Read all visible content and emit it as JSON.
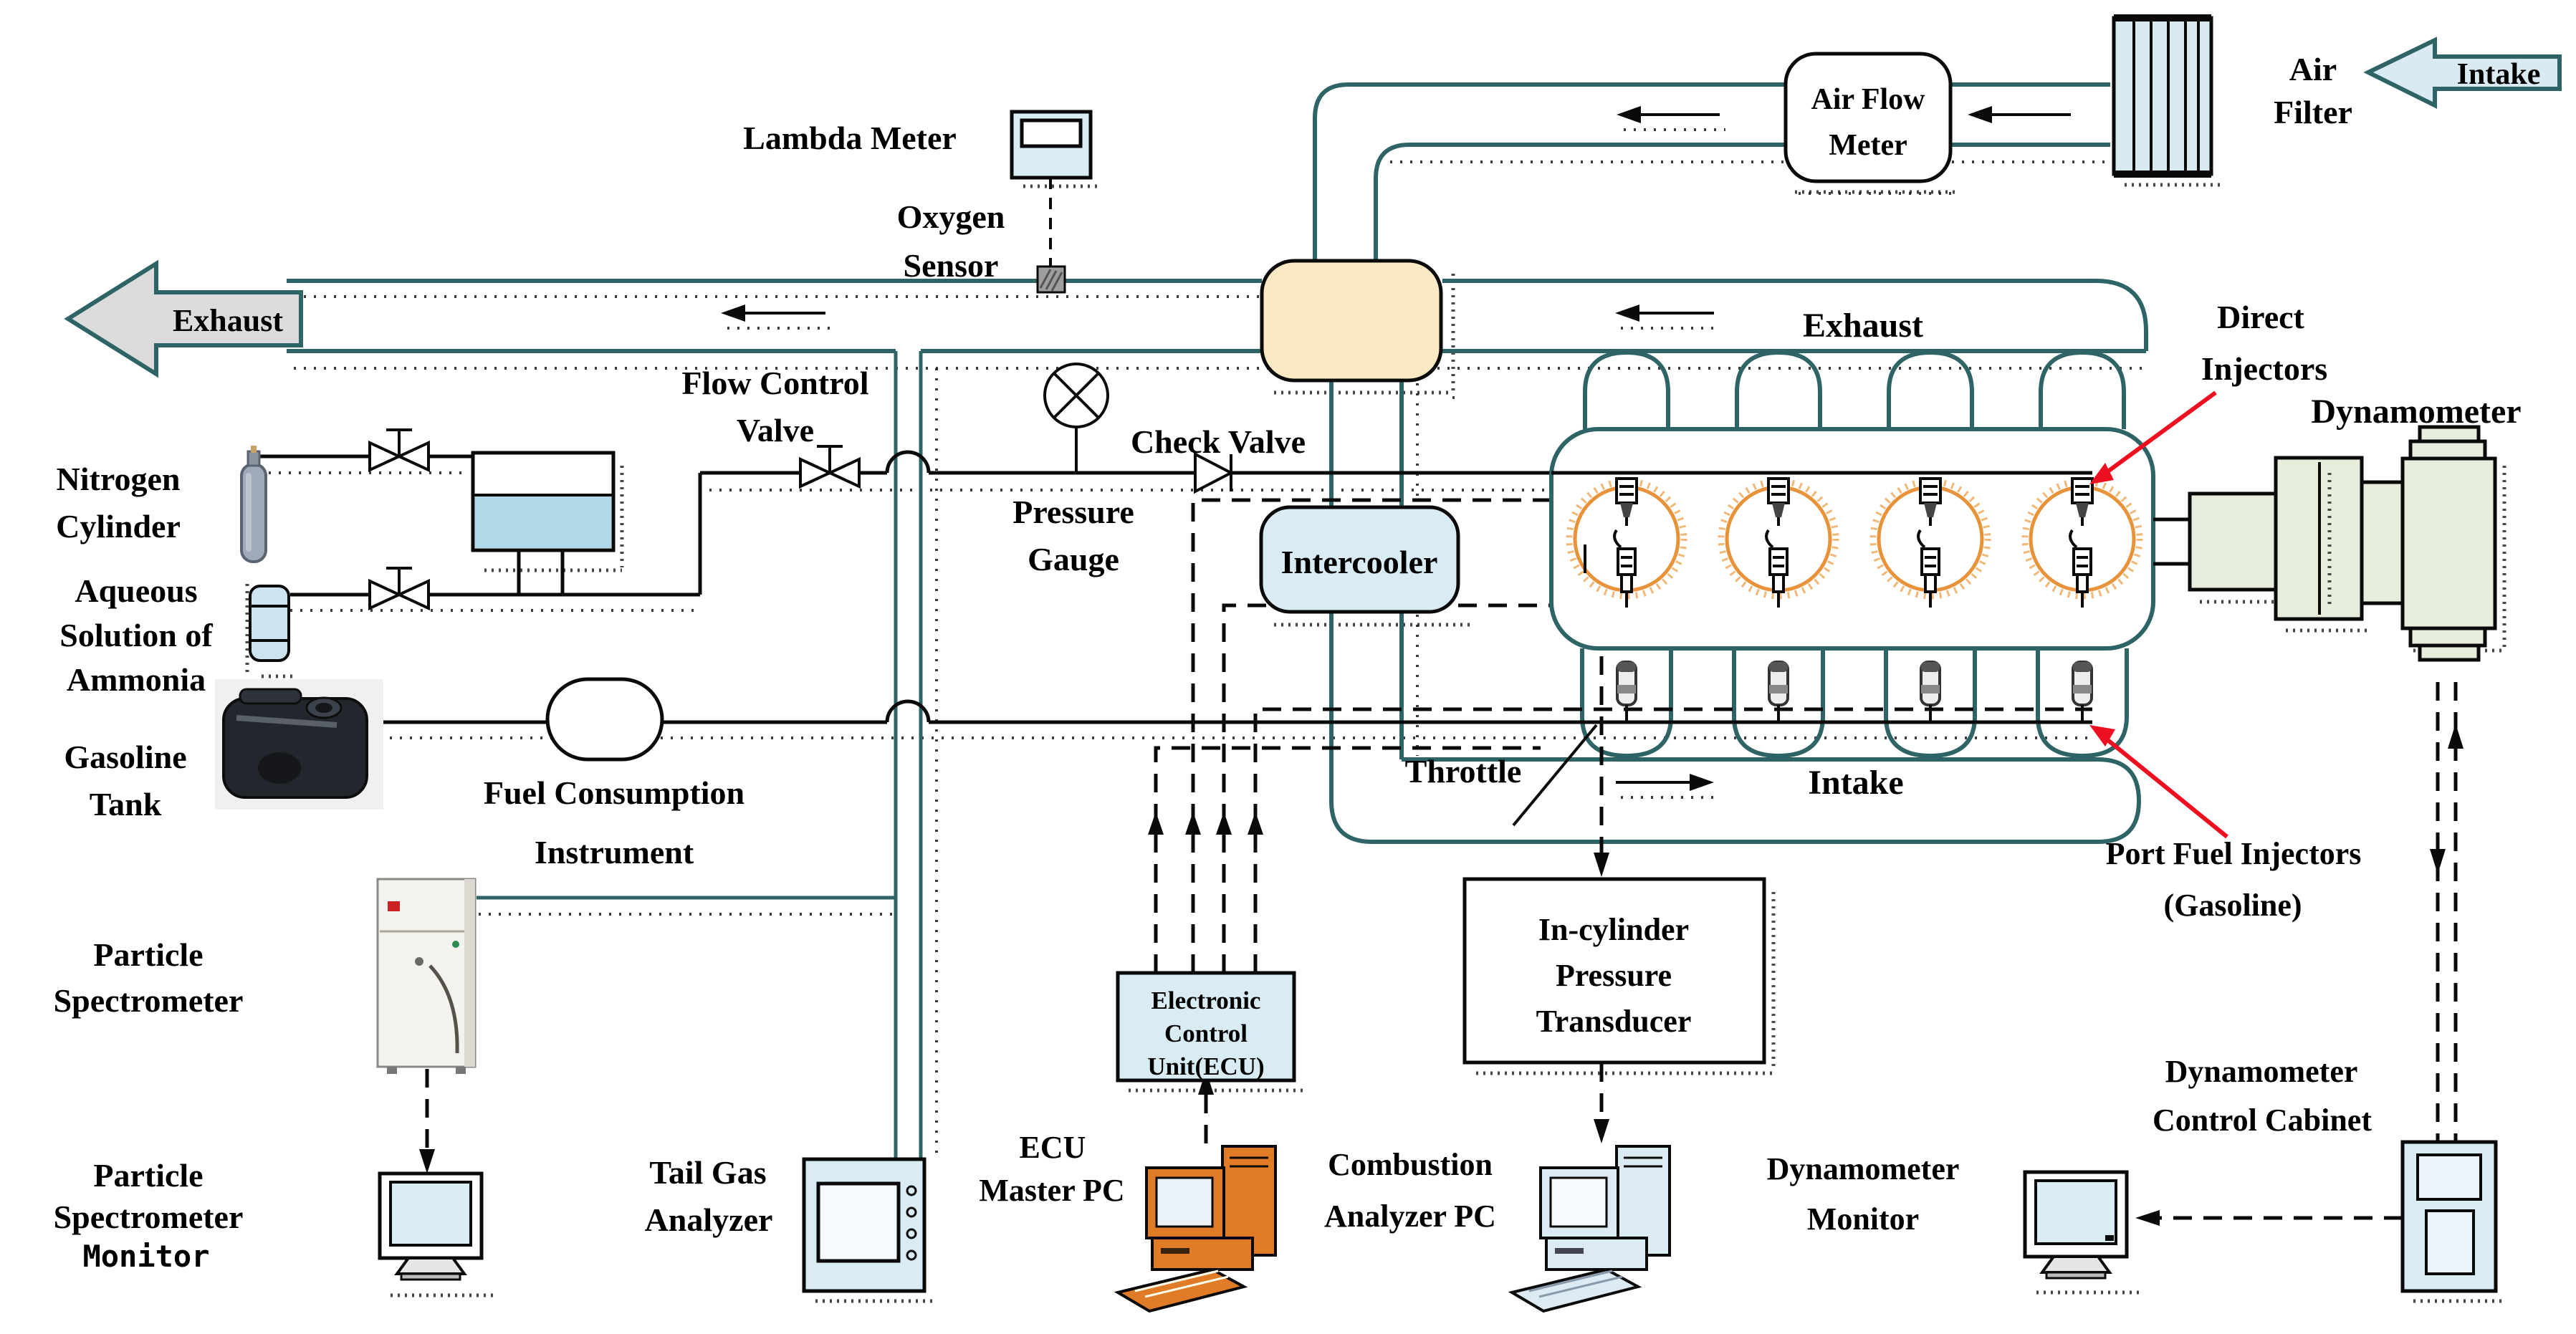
{
  "title": "Engine test bench schematic",
  "colors": {
    "pipe_teal": "#2E6466",
    "light_blue": "#D9EBF3",
    "tan": "#FBE9C3",
    "pale_green": "#E7EDDB",
    "orange_pc": "#E07B28",
    "cylinder_orange": "#E8923A",
    "red_arrow": "#EE1020",
    "gray_arrow": "#DCDCDC",
    "liquid_blue": "#AFD8E8"
  },
  "labels": {
    "lambda_meter": "Lambda Meter",
    "oxygen_sensor": [
      "Oxygen",
      "Sensor"
    ],
    "exhaust_flow": "Exhaust",
    "intake_flow": "Intake",
    "flow_control_valve": [
      "Flow Control",
      "Valve"
    ],
    "nitrogen_cylinder": [
      "Nitrogen",
      "Cylinder"
    ],
    "aqueous_ammonia": [
      "Aqueous",
      "Solution of",
      "Ammonia"
    ],
    "gasoline_tank": [
      "Gasoline",
      "Tank"
    ],
    "fuel_consumption": [
      "Fuel Consumption",
      "Instrument"
    ],
    "particle_spectrometer": [
      "Particle",
      "Spectrometer"
    ],
    "particle_monitor": [
      "Particle",
      "Spectrometer",
      "Monitor"
    ],
    "tail_gas_analyzer": [
      "Tail Gas",
      "Analyzer"
    ],
    "pressure_gauge": [
      "Pressure",
      "Gauge"
    ],
    "check_valve": "Check Valve",
    "intercooler": "Intercooler",
    "throttle": "Throttle",
    "engine_exhaust": "Exhaust",
    "engine_intake": "Intake",
    "direct_injectors": [
      "Direct",
      "Injectors"
    ],
    "dynamometer": "Dynamometer",
    "air_flow_meter": [
      "Air Flow",
      "Meter"
    ],
    "air_filter": [
      "Air",
      "Filter"
    ],
    "ecu": [
      "Electronic",
      "Control",
      "Unit(ECU)"
    ],
    "ecu_master_pc": [
      "ECU",
      "Master PC"
    ],
    "combustion_pc": [
      "Combustion",
      "Analyzer PC"
    ],
    "in_cylinder_transducer": [
      "In-cylinder",
      "Pressure",
      "Transducer"
    ],
    "dynamometer_monitor": [
      "Dynamometer",
      "Monitor"
    ],
    "dynamometer_cabinet": [
      "Dynamometer",
      "Control Cabinet"
    ],
    "port_fuel_injectors": [
      "Port Fuel Injectors",
      "(Gasoline)"
    ]
  }
}
